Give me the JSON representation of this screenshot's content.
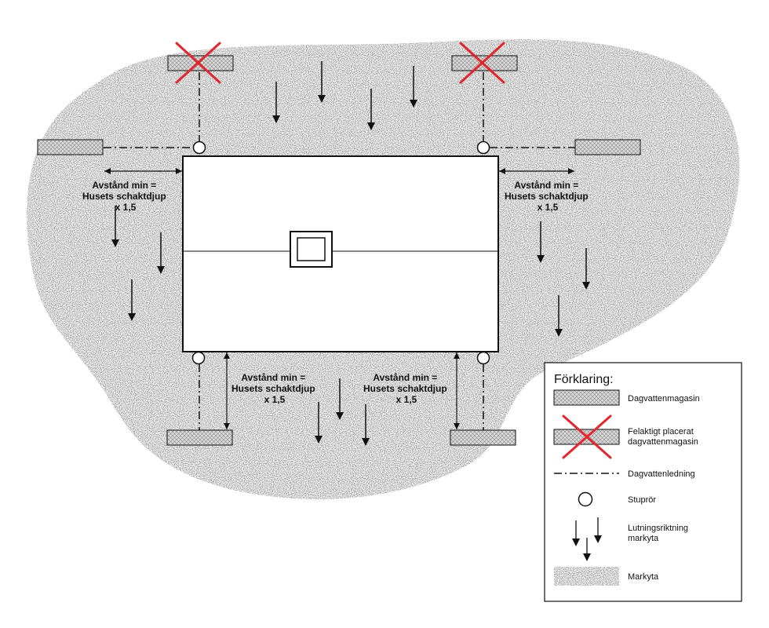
{
  "distance_label": {
    "line1": "Avstånd min =",
    "line2": "Husets schaktdjup",
    "line3": "x 1,5"
  },
  "legend": {
    "title": "Förklaring:",
    "items": {
      "storage": "Dagvattenmagasin",
      "incorrect_line1": "Felaktigt placerat",
      "incorrect_line2": "dagvattenmagasin",
      "pipe": "Dagvattenledning",
      "downpipe": "Stuprör",
      "slope_line1": "Lutningsriktning",
      "slope_line2": "markyta",
      "ground": "Markyta"
    }
  },
  "colors": {
    "cross": "#e3262e",
    "ink": "#111111",
    "storage_fill": "#d9d9d9"
  }
}
